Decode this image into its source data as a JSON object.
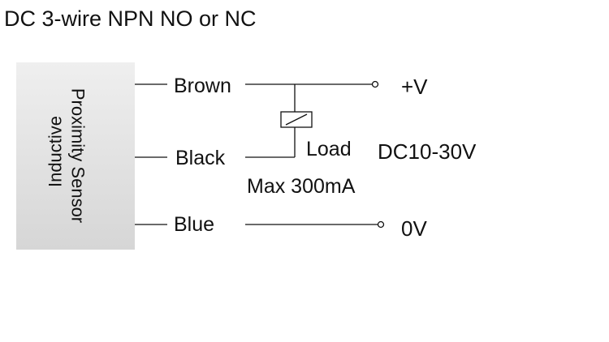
{
  "title": "DC 3-wire NPN  NO or NC",
  "sensor": {
    "line1": "Proximity Sensor",
    "line2": "Inductive"
  },
  "wires": {
    "brown": "Brown",
    "black": "Black",
    "blue": "Blue"
  },
  "terminals": {
    "positive": "+V",
    "zero": "0V"
  },
  "load": {
    "label": "Load",
    "max_current": "Max 300mA"
  },
  "supply": {
    "voltage": "DC10-30V"
  },
  "colors": {
    "sensor_fill_top": "#eeeeee",
    "sensor_fill_bottom": "#d8d8d8",
    "line": "#111111"
  }
}
